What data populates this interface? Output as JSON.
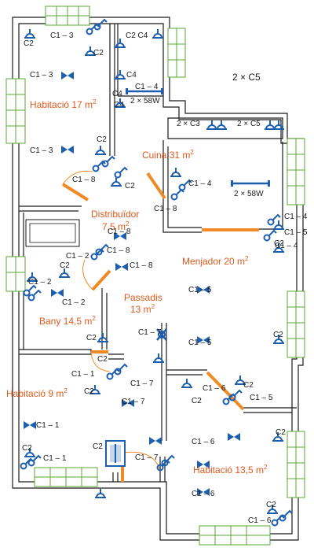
{
  "rooms": {
    "hab17": {
      "name": "Habitació 17 m",
      "sup": "2"
    },
    "cuina": {
      "name": "Cuina 31 m",
      "sup": "2"
    },
    "distrib_a": {
      "name": "Distribuïdor"
    },
    "distrib_b": {
      "name": "7,5 m",
      "sup": "2"
    },
    "menjador": {
      "name": "Menjador 20 m",
      "sup": "2"
    },
    "passadis_a": {
      "name": "Passadis"
    },
    "passadis_b": {
      "name": "13 m",
      "sup": "2"
    },
    "bany": {
      "name": "Bany 14,5 m",
      "sup": "2"
    },
    "hab9": {
      "name": "Habitació 9 m",
      "sup": "2"
    },
    "hab135": {
      "name": "Habitació 13,5 m",
      "sup": "2"
    }
  },
  "labels": {
    "outdoor_c5": "2 × C5",
    "c2c4_top": "C2 C4",
    "c2x3": "2 × C3",
    "c2x5": "2 × C5",
    "kitchen_lamp": "2 × 58W",
    "dining_lamp": "2 × 58W"
  },
  "symbol_labels": [
    {
      "t": "C1 – 3"
    },
    {
      "t": "C2"
    },
    {
      "t": "C2"
    },
    {
      "t": "C1 – 3"
    },
    {
      "t": "C1 – 3"
    },
    {
      "t": "C2"
    },
    {
      "t": "C1 – 8"
    },
    {
      "t": "C2"
    },
    {
      "t": "C4"
    },
    {
      "t": "C1 – 4"
    },
    {
      "t": "C4"
    },
    {
      "t": "C4"
    },
    {
      "t": "C1 – 4"
    },
    {
      "t": "C1 – 8"
    },
    {
      "t": "C1 – 4"
    },
    {
      "t": "C1 – 4"
    },
    {
      "t": "C1 – 5"
    },
    {
      "t": "C2"
    },
    {
      "t": "C1 – 8"
    },
    {
      "t": "C1 – 8"
    },
    {
      "t": "C1 – 2"
    },
    {
      "t": "C2"
    },
    {
      "t": "C1 – 8"
    },
    {
      "t": "C1 – 2"
    },
    {
      "t": "C1 – 2"
    },
    {
      "t": "C2"
    },
    {
      "t": "C1 – 5"
    },
    {
      "t": "C1 – 7"
    },
    {
      "t": "C1 – 5"
    },
    {
      "t": "C2"
    },
    {
      "t": "C1 – 1"
    },
    {
      "t": "C2"
    },
    {
      "t": "C1 – 7"
    },
    {
      "t": "C2"
    },
    {
      "t": "C1 – 7"
    },
    {
      "t": "C1 – 1"
    },
    {
      "t": "C1 – 6"
    },
    {
      "t": "C2"
    },
    {
      "t": "C2"
    },
    {
      "t": "C1 – 5"
    },
    {
      "t": "C1 – 6"
    },
    {
      "t": "C2"
    },
    {
      "t": "C2"
    },
    {
      "t": "C1 – 1"
    },
    {
      "t": "C2"
    },
    {
      "t": "C1 – 7"
    },
    {
      "t": "C1 – 6"
    },
    {
      "t": "C2"
    },
    {
      "t": "C1 – 6"
    }
  ],
  "colors": {
    "wall": "#1a1a1a",
    "window": "#5aa832",
    "door": "#f08a24",
    "symbol": "#1d5fae",
    "room_text": "#e0591c"
  }
}
